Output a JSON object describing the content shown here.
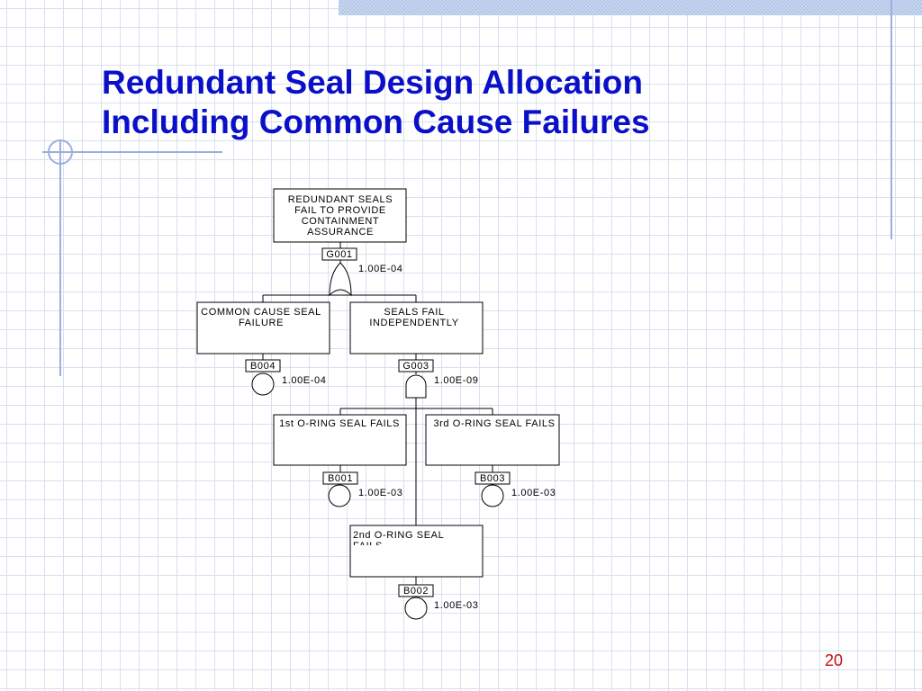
{
  "slide": {
    "title_line1": "Redundant Seal Design Allocation",
    "title_line2": "Including Common Cause Failures",
    "page_number": "20"
  },
  "fault_tree": {
    "top": {
      "desc": [
        "REDUNDANT SEALS",
        "FAIL TO PROVIDE",
        "CONTAINMENT",
        "ASSURANCE"
      ],
      "id": "G001",
      "gate": "OR",
      "prob": "1.00E-04"
    },
    "common_cause": {
      "desc": [
        "COMMON CAUSE SEAL",
        "FAILURE"
      ],
      "id": "B004",
      "type": "basic-event",
      "prob": "1.00E-04"
    },
    "independent": {
      "desc": [
        "SEALS FAIL",
        "INDEPENDENTLY"
      ],
      "id": "G003",
      "gate": "AND",
      "prob": "1.00E-09"
    },
    "seal1": {
      "desc": [
        "1st O-RING SEAL FAILS"
      ],
      "id": "B001",
      "type": "basic-event",
      "prob": "1.00E-03"
    },
    "seal3": {
      "desc": [
        "3rd O-RING SEAL FAILS"
      ],
      "id": "B003",
      "type": "basic-event",
      "prob": "1.00E-03"
    },
    "seal2": {
      "desc": [
        "2nd O-RING SEAL",
        "FAILS"
      ],
      "id": "B002",
      "type": "basic-event",
      "prob": "1.00E-03"
    }
  }
}
